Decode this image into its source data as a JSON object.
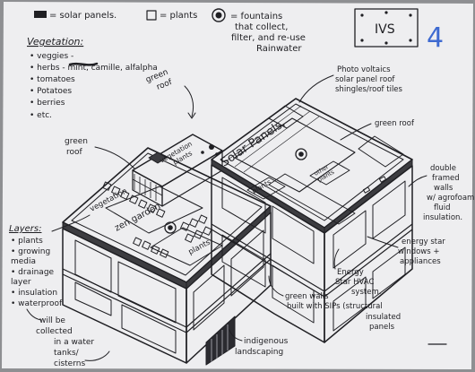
{
  "legend": {
    "solar_panels": "= solar panels.",
    "plants": "= plants",
    "fountains": [
      "= fountains",
      "that collect,",
      "filter, and re-use",
      "Rainwater"
    ],
    "title_box": "IVS",
    "page_number": "4"
  },
  "vegetation": {
    "heading": "Vegetation:",
    "items": [
      "• veggies -",
      "• herbs -           mint, camille, alfalpha",
      "• tomatoes",
      "• Potatoes",
      "• berries",
      "• etc."
    ]
  },
  "layers": {
    "heading": "Layers:",
    "items": [
      "• plants",
      "• growing",
      "  media",
      "• drainage",
      "  layer",
      "• insulation",
      "• waterproof"
    ]
  },
  "labels": {
    "green_roof_top": [
      "green",
      "roof"
    ],
    "green_roof_left": [
      "green",
      "roof"
    ],
    "photovoltaics": [
      "Photo voltaics",
      "solar panel roof",
      "shingles/roof tiles"
    ],
    "green_roof_right": "green roof",
    "double_framed": [
      "double",
      "framed",
      "walls",
      "w/ agrofoam",
      "fluid",
      "insulation."
    ],
    "energy_star_windows": [
      "energy star",
      "windows +",
      "appliances"
    ],
    "energy_star_hvac": [
      "Energy",
      "Star HVAC",
      "system."
    ],
    "green_walls": [
      "green walls",
      "built with SIPs (structural",
      "insulated",
      "panels"
    ],
    "indigenous": [
      "indigenous",
      "landscaping"
    ],
    "collected": [
      "will be",
      "collected",
      "in a water",
      "tanks/",
      "cisterns"
    ]
  },
  "building_text": {
    "vegetation": "vegetation",
    "zen_garden": "zen garden",
    "plants_front": "plants.",
    "vegetation_plants": [
      "vegetation",
      "plants"
    ],
    "solar_panels": "Solar Panels.",
    "plants_right": "plants",
    "plants_alt": [
      "other",
      "plants"
    ]
  }
}
